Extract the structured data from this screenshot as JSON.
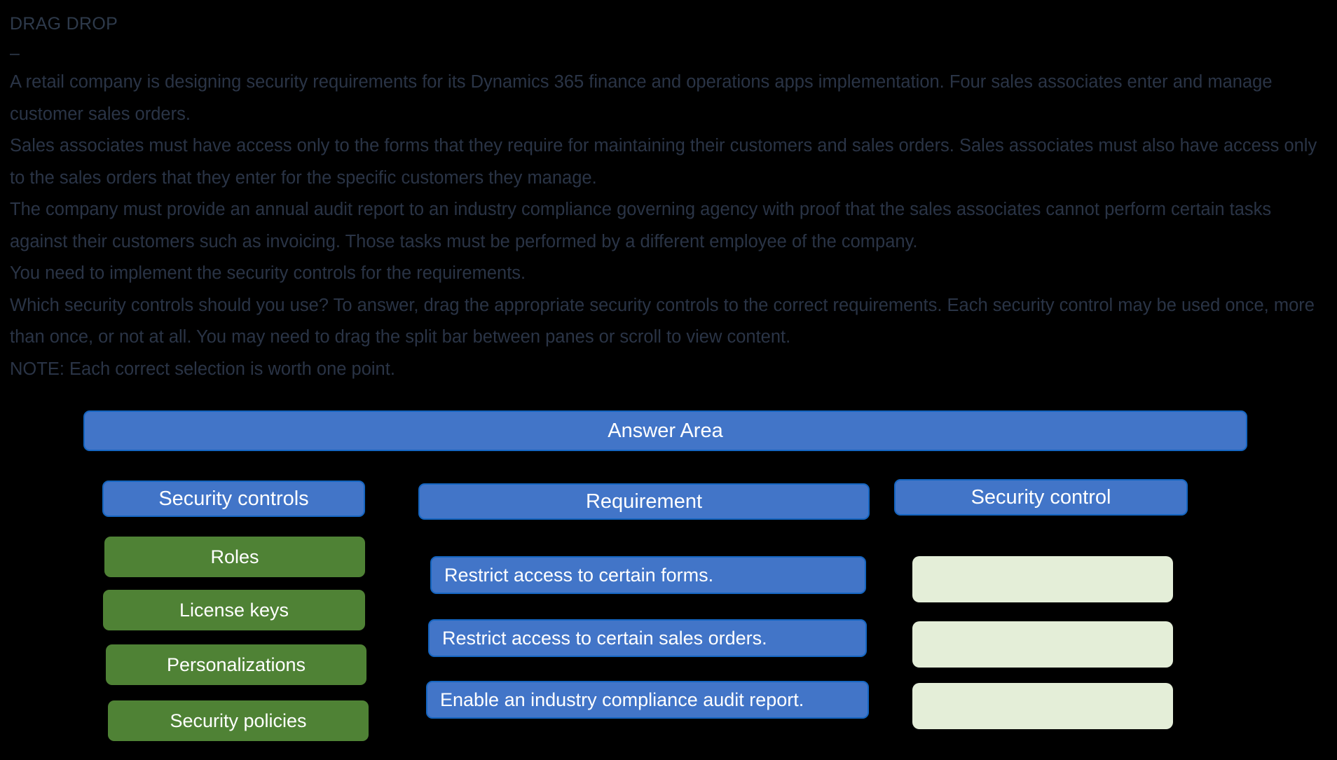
{
  "question": {
    "type_label": "DRAG DROP",
    "dash": "–",
    "paragraphs": [
      "A retail company is designing security requirements for its Dynamics 365 finance and operations apps implementation. Four sales associates enter and manage customer sales orders.",
      "Sales associates must have access only to the forms that they require for maintaining their customers and sales orders. Sales associates must also have access only to the sales orders that they enter for the specific customers they manage.",
      "The company must provide an annual audit report to an industry compliance governing agency with proof that the sales associates cannot perform certain tasks against their customers such as invoicing. Those tasks must be performed by a different employee of the company.",
      "You need to implement the security controls for the requirements.",
      "Which security controls should you use? To answer, drag the appropriate security controls to the correct requirements. Each security control may be used once, more than once, or not at all. You may need to drag the split bar between panes or scroll to view content.",
      "NOTE: Each correct selection is worth one point."
    ]
  },
  "answer_area": {
    "banner_label": "Answer Area",
    "columns": {
      "security_controls_header": "Security controls",
      "requirement_header": "Requirement",
      "security_control_header": "Security control"
    },
    "security_controls": [
      {
        "label": "Roles"
      },
      {
        "label": "License keys"
      },
      {
        "label": "Personalizations"
      },
      {
        "label": "Security policies"
      }
    ],
    "requirements": [
      {
        "label": "Restrict access to certain forms."
      },
      {
        "label": "Restrict access to certain sales orders."
      },
      {
        "label": "Enable an industry compliance audit report."
      }
    ],
    "answers": [
      {
        "value": ""
      },
      {
        "value": ""
      },
      {
        "value": ""
      }
    ]
  },
  "colors": {
    "background": "#000000",
    "prose_text": "#2a3446",
    "header_blue": "#4275c8",
    "header_blue_border": "#1565c0",
    "chip_green": "#4f8235",
    "dropzone_green": "#e4eed8",
    "chip_text": "#ffffff"
  }
}
